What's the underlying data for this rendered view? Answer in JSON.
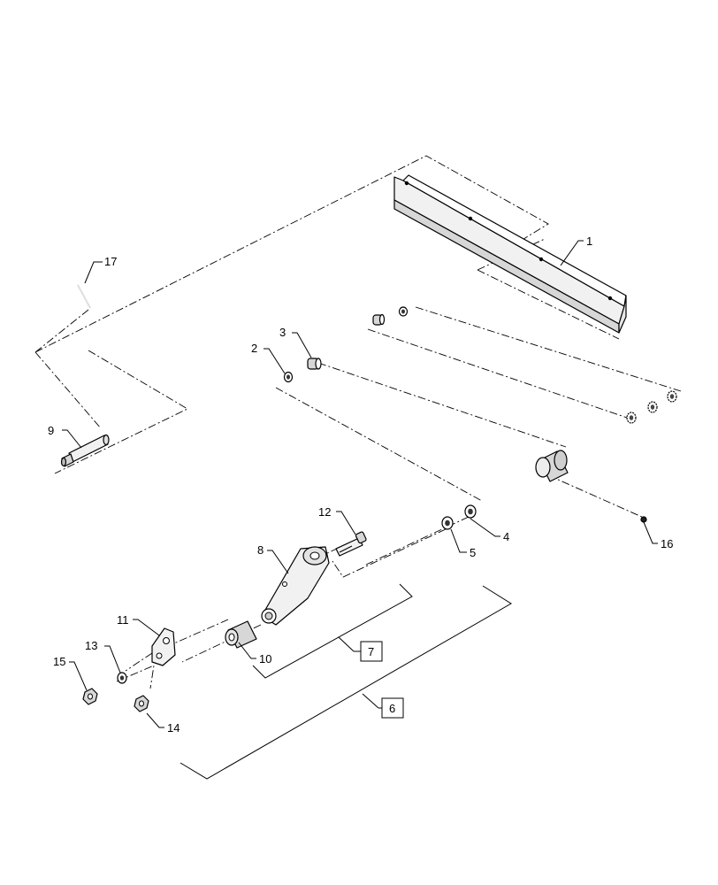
{
  "diagram": {
    "callouts": {
      "c1": "1",
      "c2": "2",
      "c3": "3",
      "c4": "4",
      "c5": "5",
      "c6": "6",
      "c7": "7",
      "c8": "8",
      "c9": "9",
      "c10": "10",
      "c11": "11",
      "c12": "12",
      "c13": "13",
      "c14": "14",
      "c15": "15",
      "c16": "16",
      "c17": "17"
    },
    "boxed_callouts": [
      "6",
      "7"
    ]
  }
}
